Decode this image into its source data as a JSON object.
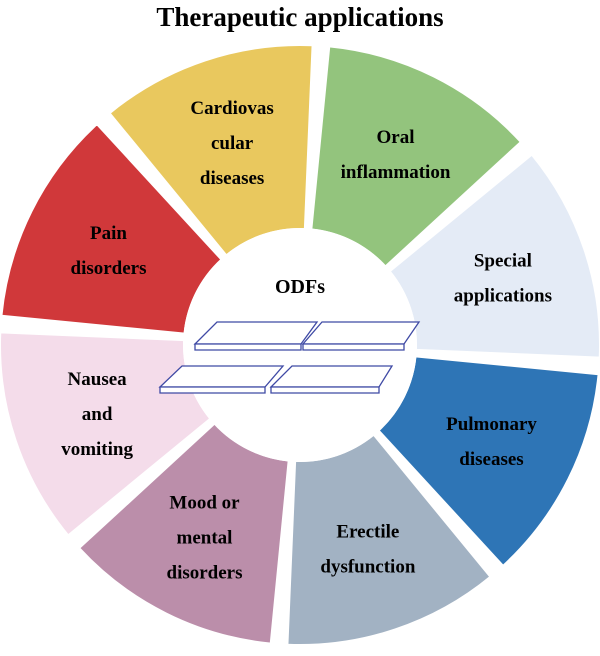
{
  "title": "Therapeutic applications",
  "center": {
    "label": "ODFs",
    "icon": "stacked-film-icon"
  },
  "segments": [
    {
      "id": "oral-inflammation",
      "lines": [
        "Oral",
        "inflammation"
      ],
      "color": "#93c47d",
      "text_color": "#000000"
    },
    {
      "id": "special-applications",
      "lines": [
        "Special",
        "applications"
      ],
      "color": "#e4ebf6",
      "text_color": "#000000"
    },
    {
      "id": "pulmonary-diseases",
      "lines": [
        "Pulmonary",
        "diseases"
      ],
      "color": "#2e75b6",
      "text_color": "#ffffff"
    },
    {
      "id": "erectile-dysfunction",
      "lines": [
        "Erectile",
        "dysfunction"
      ],
      "color": "#a2b2c3",
      "text_color": "#000000"
    },
    {
      "id": "mood-or-mental-disorders",
      "lines": [
        "Mood or",
        "mental",
        "disorders"
      ],
      "color": "#bb8eaa",
      "text_color": "#000000"
    },
    {
      "id": "nausea-and-vomiting",
      "lines": [
        "Nausea",
        "and",
        "vomiting"
      ],
      "color": "#f4dcea",
      "text_color": "#000000"
    },
    {
      "id": "pain-disorders",
      "lines": [
        "Pain",
        "disorders"
      ],
      "color": "#d0383a",
      "text_color": "#000000"
    },
    {
      "id": "cardiovascular-diseases",
      "lines": [
        "Cardiovas",
        "cular",
        "diseases"
      ],
      "color": "#e9c85e",
      "text_color": "#000000"
    }
  ]
}
